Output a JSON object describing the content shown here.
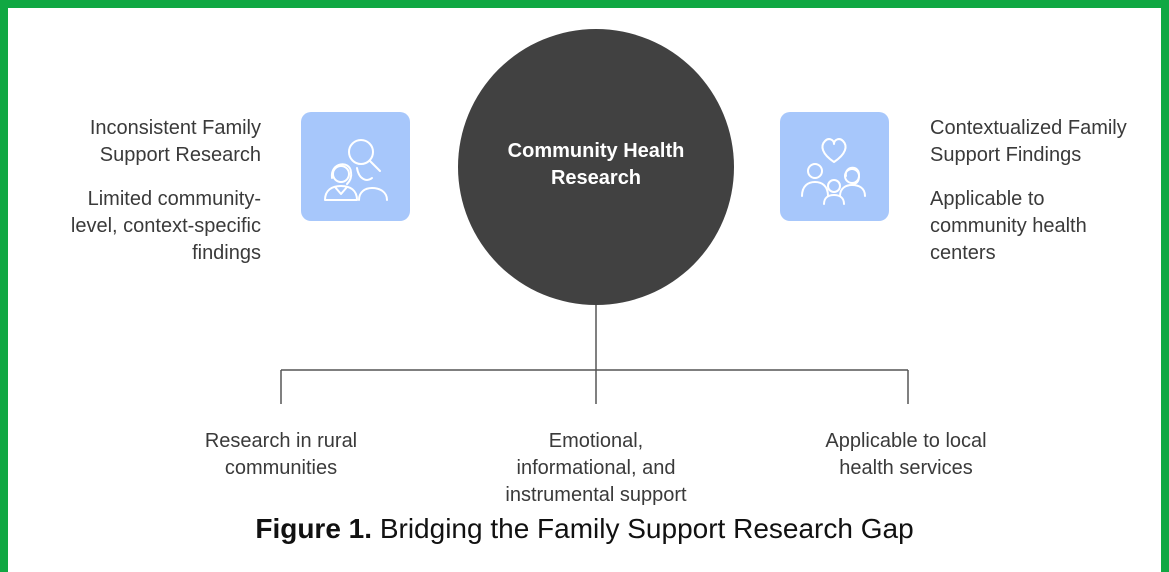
{
  "center": {
    "title_line1": "Community Health",
    "title_line2": "Research"
  },
  "left": {
    "heading_line1": "Inconsistent Family",
    "heading_line2": "Support Research",
    "desc_line1": "Limited community-",
    "desc_line2": "level, context-specific",
    "desc_line3": "findings",
    "icon": "research-people-magnifier-icon"
  },
  "right": {
    "heading_line1": "Contextualized Family",
    "heading_line2": "Support Findings",
    "desc_line1": "Applicable to",
    "desc_line2": "community health",
    "desc_line3": "centers",
    "icon": "family-heart-icon"
  },
  "branches": [
    {
      "line1": "Research in rural",
      "line2": "communities"
    },
    {
      "line1": "Emotional,",
      "line2": "informational, and",
      "line3": "instrumental support"
    },
    {
      "line1": "Applicable to local",
      "line2": "health services"
    }
  ],
  "caption": {
    "label": "Figure 1.",
    "text": " Bridging the Family Support Research Gap"
  },
  "colors": {
    "border": "#10a843",
    "circle": "#414141",
    "icon_bg": "#a7c7fb",
    "text": "#3a3a3a"
  }
}
